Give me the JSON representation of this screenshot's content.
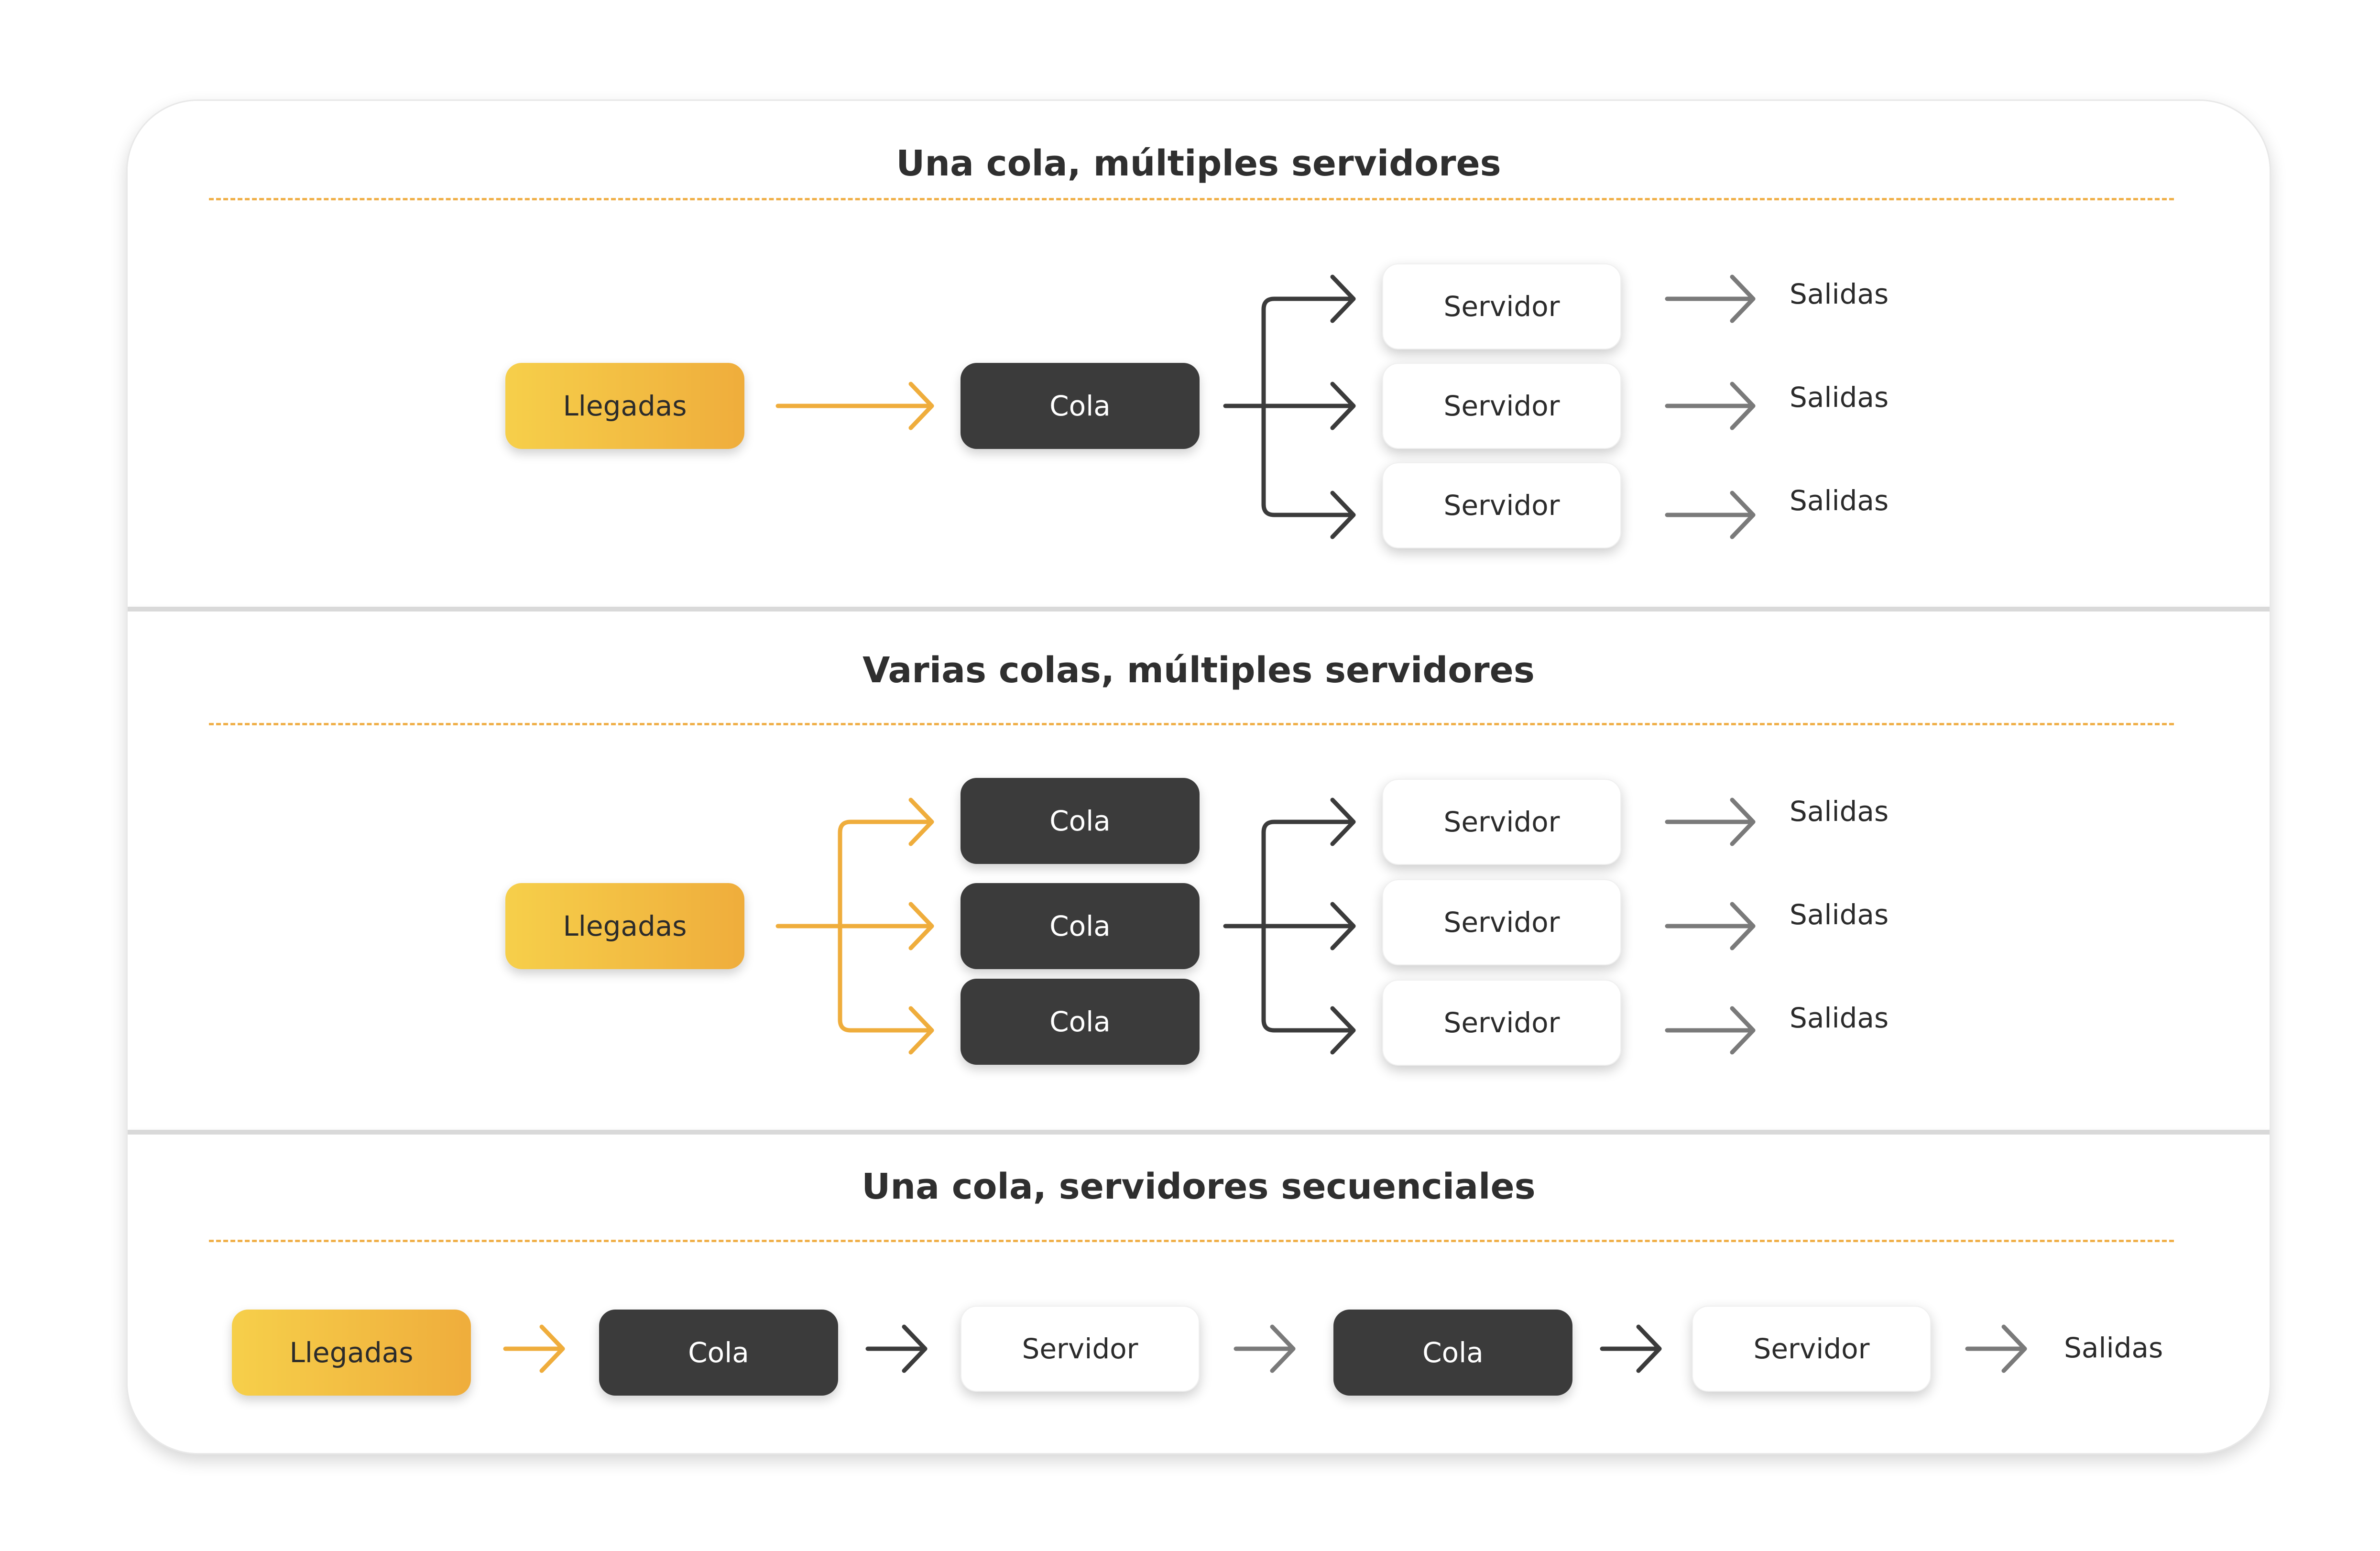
{
  "sections": [
    {
      "title": "Una cola, múltiples servidores"
    },
    {
      "title": "Varias colas, múltiples servidores"
    },
    {
      "title": "Una cola, servidores secuenciales"
    }
  ],
  "labels": {
    "arrivals": "Llegadas",
    "queue": "Cola",
    "server": "Servidor",
    "outputs": "Salidas"
  },
  "colors": {
    "orange": "#efad3c",
    "dark": "#3b3b3b",
    "gray": "#7a7a7a"
  }
}
